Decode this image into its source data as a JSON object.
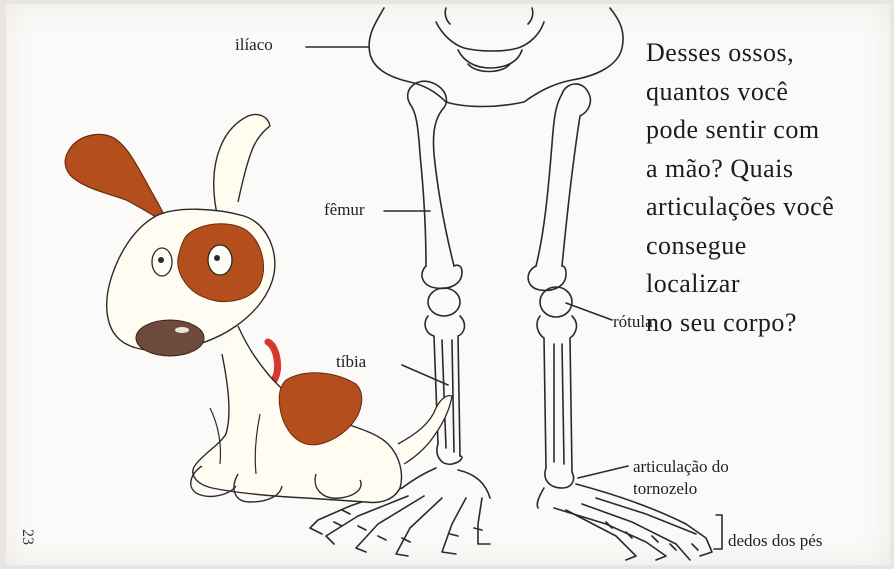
{
  "question": {
    "lines": [
      "Desses ossos,",
      "quantos você",
      "pode sentir com",
      "a mão? Quais",
      "articulações você",
      "consegue",
      "localizar",
      "no seu corpo?"
    ]
  },
  "labels": {
    "iliaco": "ilíaco",
    "femur": "fêmur",
    "tibia": "tíbia",
    "rotula": "rótula",
    "articulacao_line1": "articulação do",
    "articulacao_line2": "tornozelo",
    "dedos": "dedos dos pés"
  },
  "page_number": "23",
  "colors": {
    "dog_patch": "#b44e1c",
    "collar": "#d63a2e",
    "nose": "#6e4a3c",
    "outline": "#2a2a2a"
  }
}
